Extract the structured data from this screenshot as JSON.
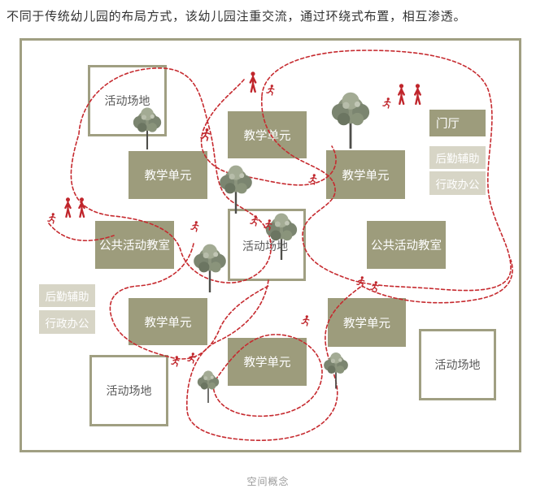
{
  "intro_text": "不同于传统幼儿园的布局方式，该幼儿园注重交流，通过环绕式布置，相互渗透。",
  "diagram": {
    "zones": [
      "活动场地",
      "教学单元",
      "教学单元",
      "教学单元",
      "门厅",
      "后勤辅助",
      "行政办公",
      "公共活动教室",
      "活动场地",
      "公共活动教室",
      "后勤辅助",
      "行政办公",
      "教学单元",
      "教学单元",
      "教学单元",
      "活动场地",
      "活动场地"
    ]
  },
  "caption": "空间概念",
  "colors": {
    "frame": "#a09f82",
    "building_fill": "#9d9c7c",
    "support_fill": "#d7d5c6",
    "circulation_path": "#c62a2f",
    "figure": "#c0262c",
    "tree": "#8b947d"
  }
}
